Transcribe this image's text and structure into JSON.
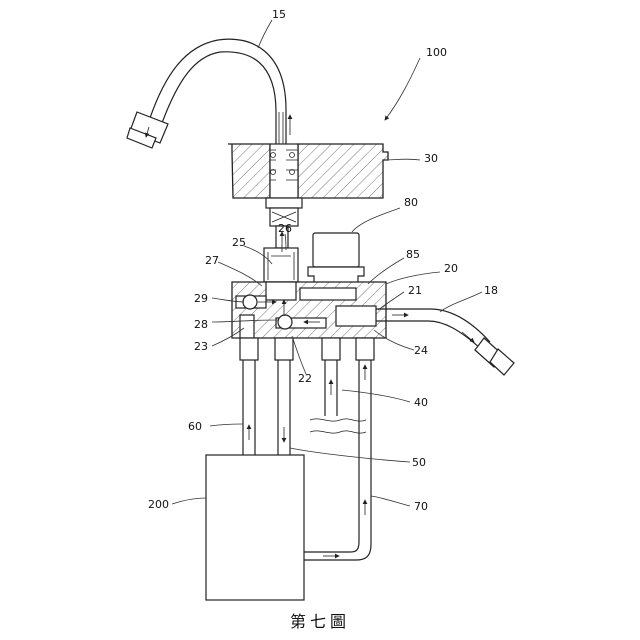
{
  "labels": {
    "l15": "15",
    "l100": "100",
    "l30": "30",
    "l80": "80",
    "l26": "26",
    "l25": "25",
    "l85": "85",
    "l27": "27",
    "l20": "20",
    "l21": "21",
    "l18": "18",
    "l29": "29",
    "l28": "28",
    "l23": "23",
    "l24": "24",
    "l22": "22",
    "l40": "40",
    "l60": "60",
    "l50": "50",
    "l200": "200",
    "l70": "70"
  },
  "caption": "第七圖"
}
